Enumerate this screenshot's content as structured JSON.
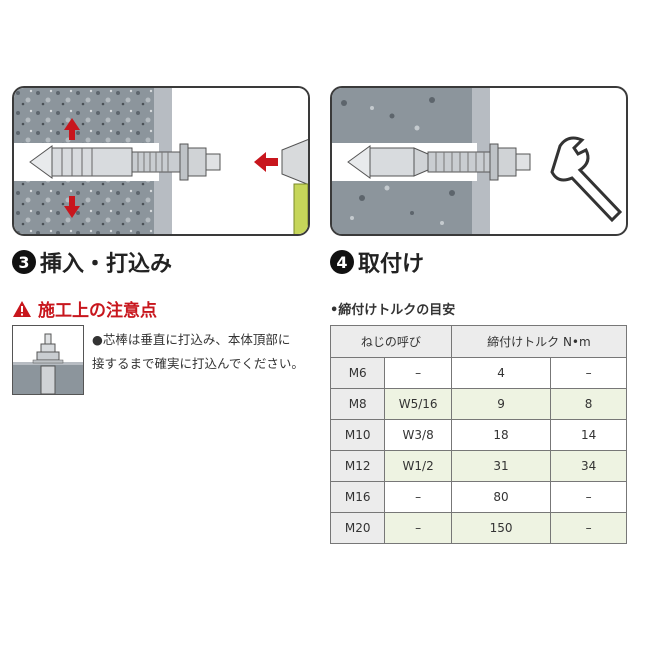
{
  "step3": {
    "number": "3",
    "title": "挿入・打込み"
  },
  "step4": {
    "number": "4",
    "title": "取付け"
  },
  "caution": {
    "title": "施工上の注意点",
    "line1": "●芯棒は垂直に打込み、本体頂部に",
    "line2": "接するまで確実に打込んでください。"
  },
  "torque": {
    "heading": "•締付けトルクの目安",
    "header_screw": "ねじの呼び",
    "header_torque": "締付けトルク N•m",
    "rows": [
      [
        "M6",
        "–",
        "4",
        "–"
      ],
      [
        "M8",
        "W5/16",
        "9",
        "8"
      ],
      [
        "M10",
        "W3/8",
        "18",
        "14"
      ],
      [
        "M12",
        "W1/2",
        "31",
        "34"
      ],
      [
        "M16",
        "–",
        "80",
        "–"
      ],
      [
        "M20",
        "–",
        "150",
        "–"
      ]
    ]
  },
  "colors": {
    "arrow_red": "#c8161d",
    "concrete": "#8c959c",
    "steel": "#c9cdd1",
    "row_alt": "#eef3e2"
  },
  "icons": [
    "warning-icon",
    "wrench-icon",
    "hammer-icon"
  ]
}
